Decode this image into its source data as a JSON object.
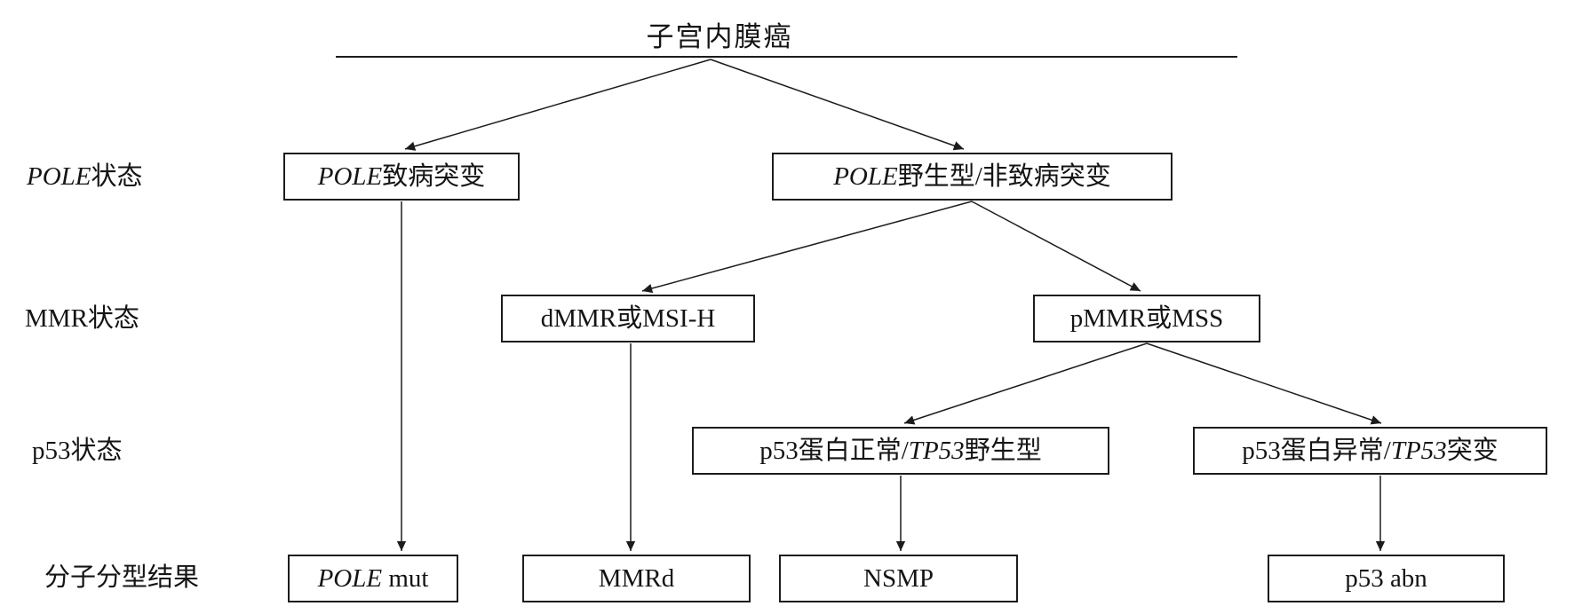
{
  "title": "子宫内膜癌",
  "row_labels": {
    "pole": {
      "italic": "POLE",
      "rest": "状态"
    },
    "mmr": "MMR状态",
    "p53": "p53状态",
    "result": "分子分型结果"
  },
  "nodes": {
    "pole_pathogenic": {
      "italic": "POLE",
      "rest": "致病突变"
    },
    "pole_wildtype": {
      "italic": "POLE",
      "rest": "野生型/非致病突变"
    },
    "dmmr_msih": "dMMR或MSI-H",
    "pmmr_mss": "pMMR或MSS",
    "p53_normal": {
      "prefix": "p53蛋白正常/",
      "italic": "TP53",
      "suffix": "野生型"
    },
    "p53_abnormal": {
      "prefix": "p53蛋白异常/",
      "italic": "TP53",
      "suffix": "突变"
    },
    "pole_mut": {
      "italic": "POLE",
      "rest": " mut"
    },
    "mmrd": "MMRd",
    "nsmp": "NSMP",
    "p53_abn": "p53 abn"
  }
}
